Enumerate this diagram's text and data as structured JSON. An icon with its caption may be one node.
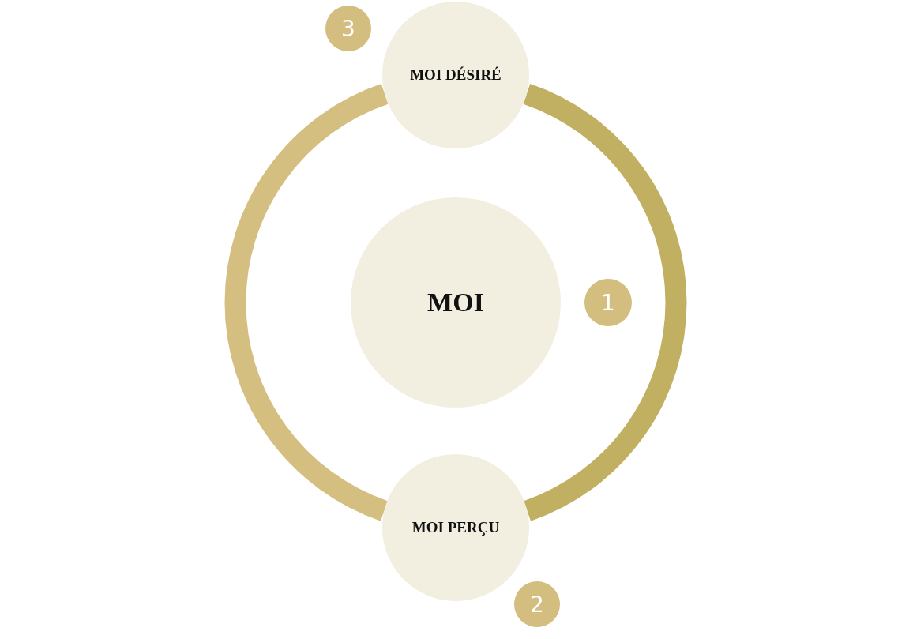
{
  "diagram": {
    "nodes": [
      {
        "text": [
          "3"
        ]
      },
      {
        "text": [
          "MOI DÉSIRÉ"
        ]
      },
      {
        "text": [
          "MOI"
        ]
      },
      {
        "text": [
          "1"
        ]
      },
      {
        "text": [
          "MOI PERÇU"
        ]
      },
      {
        "text": [
          "2"
        ]
      }
    ],
    "edges": [
      {
        "from": 1,
        "to": 4,
        "arrow": "none",
        "color": "#d4bf80"
      },
      {
        "from": 1,
        "to": 4,
        "arrow": "none",
        "color": "#c1b062"
      }
    ]
  }
}
